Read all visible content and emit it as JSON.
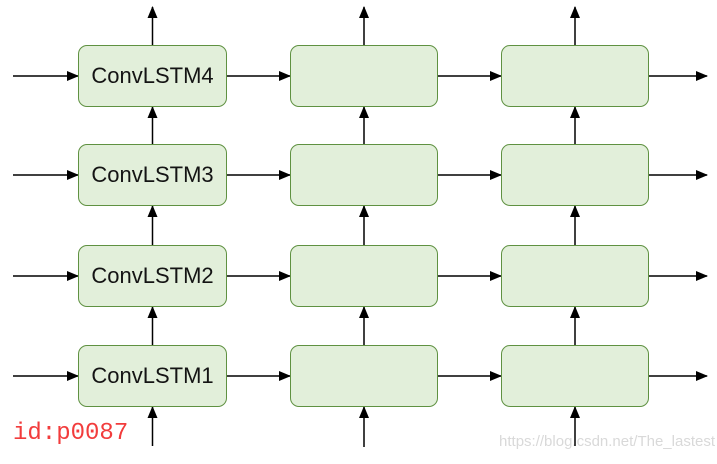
{
  "diagram": {
    "grid": {
      "rows": 4,
      "cols": 3
    },
    "layer_labels": [
      "ConvLSTM4",
      "ConvLSTM3",
      "ConvLSTM2",
      "ConvLSTM1"
    ],
    "colors": {
      "box_fill": "#e2efda",
      "box_border": "#5f9141",
      "arrow": "#000000",
      "label_text": "#141414"
    }
  },
  "annotations": {
    "id_label": "id:p0087",
    "id_label_color": "#f23c3c",
    "watermark": "https://blog.csdn.net/The_lastest",
    "watermark_color": "#d9d9d9"
  }
}
